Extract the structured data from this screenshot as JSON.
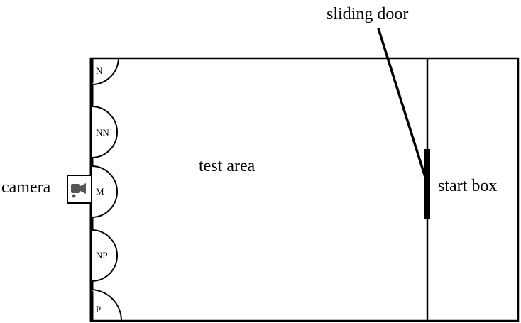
{
  "labels": {
    "sliding_door": "sliding door",
    "test_area": "test area",
    "start_box": "start box",
    "camera": "camera"
  },
  "compartments": [
    {
      "id": "n",
      "label": "N"
    },
    {
      "id": "nn",
      "label": "NN"
    },
    {
      "id": "m",
      "label": "M"
    },
    {
      "id": "np",
      "label": "NP"
    },
    {
      "id": "p",
      "label": "P"
    }
  ],
  "colors": {
    "line": "#000000",
    "camera_icon": "#555555",
    "background": "#ffffff"
  }
}
